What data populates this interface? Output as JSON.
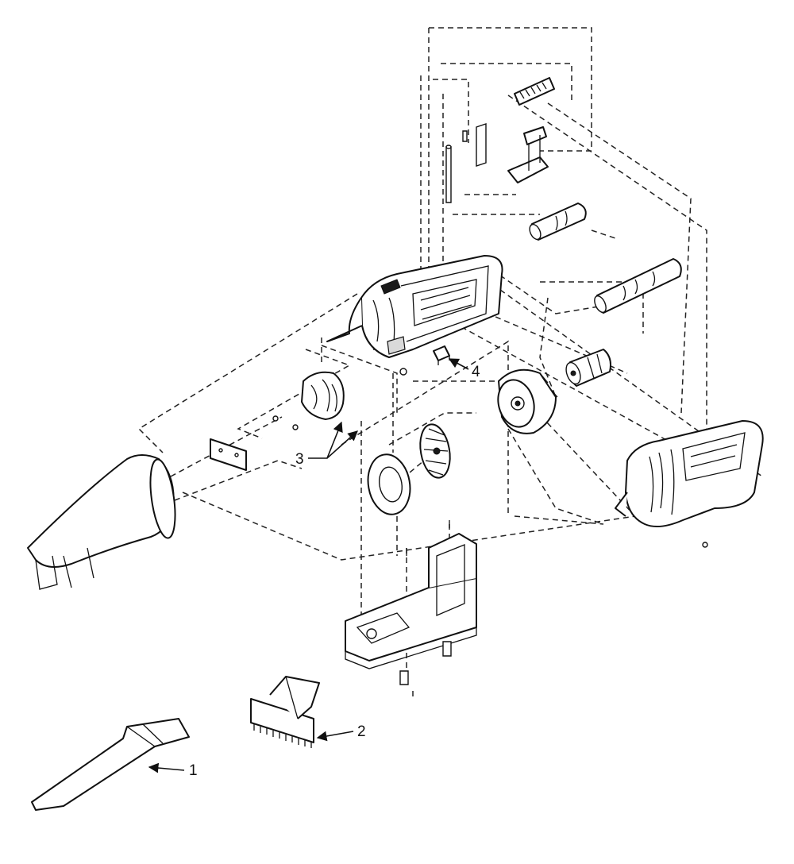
{
  "colors": {
    "ink": "#111111",
    "paper": "#ffffff",
    "shade": "#d9d9d9"
  },
  "callouts": [
    {
      "id": "1",
      "label": "1"
    },
    {
      "id": "2",
      "label": "2"
    },
    {
      "id": "3",
      "label": "3"
    },
    {
      "id": "4",
      "label": "4"
    }
  ]
}
